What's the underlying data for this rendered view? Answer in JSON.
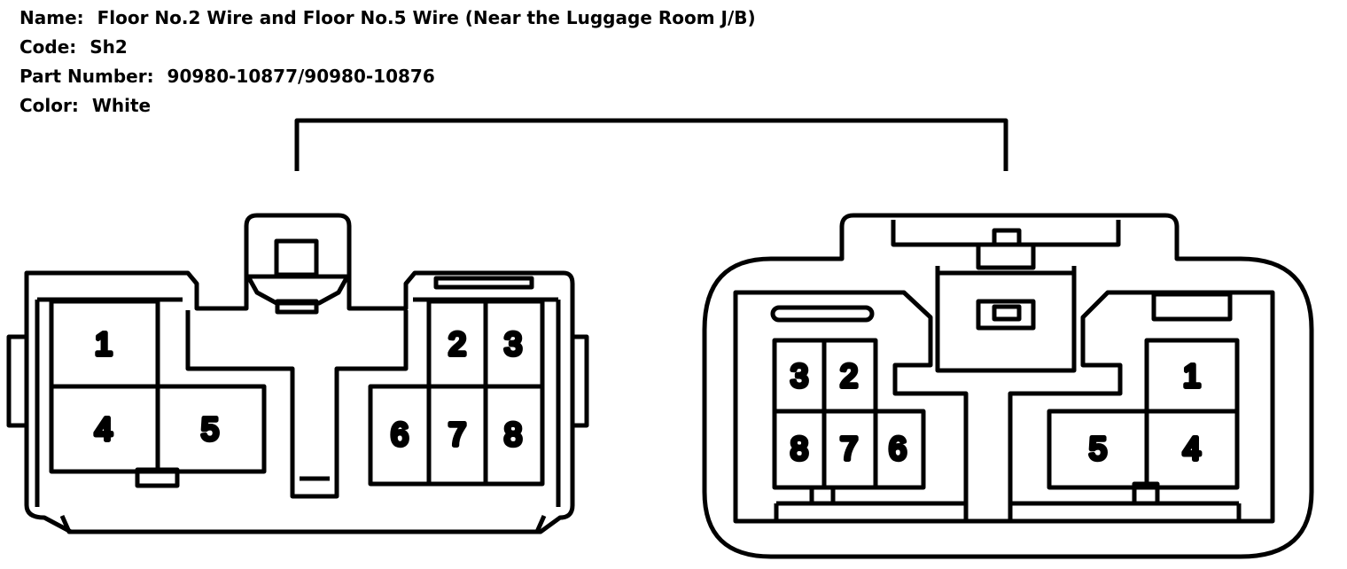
{
  "header": {
    "name_label": "Name:",
    "name_value": "Floor No.2 Wire and Floor No.5 Wire (Near the Luggage Room J/B)",
    "code_label": "Code:",
    "code_value": "Sh2",
    "part_label": "Part Number:",
    "part_value": "90980-10877/90980-10876",
    "color_label": "Color:",
    "color_value": "White"
  },
  "left_connector": {
    "pins": [
      "1",
      "2",
      "3",
      "4",
      "5",
      "6",
      "7",
      "8"
    ]
  },
  "right_connector": {
    "pins": [
      "1",
      "2",
      "3",
      "4",
      "5",
      "6",
      "7",
      "8"
    ]
  },
  "colors": {
    "line": "#000000",
    "background": "#ffffff"
  }
}
